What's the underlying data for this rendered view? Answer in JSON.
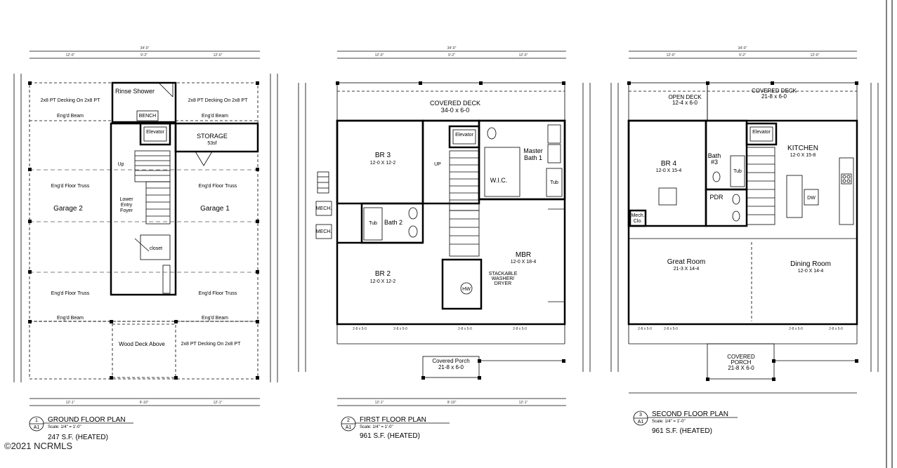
{
  "plans": [
    {
      "id": "ground",
      "number": "1",
      "sheet": "A1",
      "title": "GROUND FLOOR PLAN",
      "scale": "Scale: 1/4\" = 1'-0\"",
      "area": "247 S.F. (HEATED)",
      "overall_dim": "34'-0\"",
      "rooms": {
        "rinse_shower": "Rinse Shower",
        "bench": "BENCH",
        "storage": "STORAGE",
        "storage_area": "53sf",
        "garage2": "Garage 2",
        "garage1": "Garage 1",
        "lower_entry": "Lower",
        "lower_entry2": "Entry",
        "lower_entry3": "Foyer",
        "closet": "closet",
        "bench2": "BENCH",
        "wood_deck": "Wood Deck Above",
        "up": "Up",
        "elevator": "Elevator",
        "floor_truss": "Eng'd Floor Truss",
        "eng_beam": "Eng'd Beam"
      }
    },
    {
      "id": "first",
      "number": "2",
      "sheet": "A1",
      "title": "FIRST FLOOR PLAN",
      "scale": "Scale: 1/4\" = 1'-0\"",
      "area": "961 S.F. (HEATED)",
      "overall_dim": "34'-0\"",
      "rooms": {
        "covered_deck": "COVERED DECK",
        "covered_deck_size": "34-0 x 6-0",
        "br3": "BR 3",
        "br3_size": "12-0 X 12-2",
        "master_bath": "Master",
        "master_bath2": "Bath 1",
        "wic": "W.I.C.",
        "bath2": "Bath 2",
        "br2": "BR 2",
        "br2_size": "12-0 X 12-2",
        "mbr": "MBR",
        "mbr_size": "12-0 X 18-4",
        "stackable": "STACKABLE",
        "washer": "WASHER/",
        "dryer": "DRYER",
        "covered_porch": "Covered Porch",
        "covered_porch_size": "21-8 x 6-0",
        "mech": "MECH.",
        "up": "UP",
        "tub": "Tub",
        "hw": "HW"
      }
    },
    {
      "id": "second",
      "number": "3",
      "sheet": "A1",
      "title": "SECOND FLOOR PLAN",
      "scale": "Scale: 1/4\" = 1'-0\"",
      "area": "961 S.F. (HEATED)",
      "overall_dim": "34'-0\"",
      "rooms": {
        "open_deck": "OPEN DECK",
        "open_deck_size": "12-4 x 6-0",
        "covered_deck": "COVERED DECK",
        "covered_deck_size": "21-8 x 6-0",
        "br4": "BR 4",
        "br4_size": "12-0 X 15-4",
        "bath3": "Bath",
        "bath3b": "#3",
        "pdr": "PDR",
        "kitchen": "KITCHEN",
        "kitchen_size": "12-0 X 15-8",
        "great_room": "Great Room",
        "great_room_size": "21-3 X 14-4",
        "dining_room": "Dining Room",
        "dining_room_size": "12-0 X 14-4",
        "covered_porch": "COVERED",
        "covered_porch2": "PORCH",
        "covered_porch_size": "21-8 X 6-0",
        "mech": "Mech.",
        "clo": "Clo.",
        "dw": "DW",
        "tub": "Tub"
      }
    }
  ],
  "copyright": "©2021 NCRMLS"
}
